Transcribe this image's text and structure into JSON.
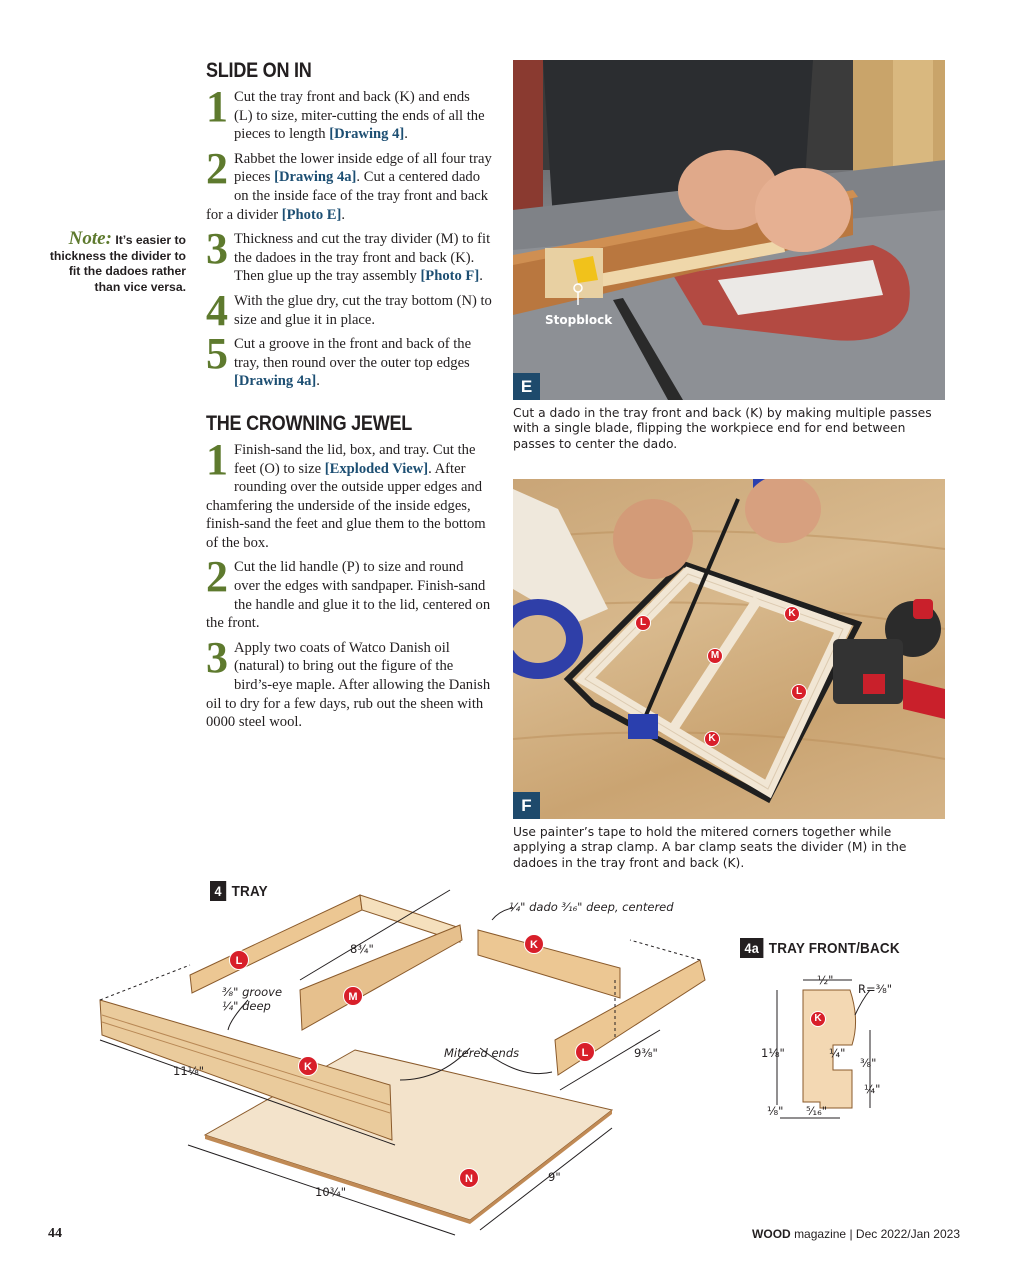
{
  "page": {
    "number": "44",
    "footer": {
      "brand": "WOOD",
      "magazine": "magazine",
      "issue": "Dec 2022/Jan 2023"
    }
  },
  "colors": {
    "dropcap_green": "#5e7a2e",
    "link_blue": "#1d4f73",
    "photo_label_blue": "#1e4a6c",
    "callout_red": "#d81f2a"
  },
  "section1": {
    "heading": "SLIDE ON IN",
    "steps": [
      {
        "num": "1",
        "text_before": "Cut the tray front and back (K) and ends (L) to size, miter-cutting the ends of all the pieces to length ",
        "link": "[Drawing 4]",
        "text_after": "."
      },
      {
        "num": "2",
        "text_before": "Rabbet the lower inside edge of all four tray pieces ",
        "link": "[Drawing 4a]",
        "text_mid": ". Cut a centered dado on the inside face of the tray front and back for a divider ",
        "link2": "[Photo E]",
        "text_after": "."
      },
      {
        "num": "3",
        "text_before": "Thickness and cut the tray divider (M) to fit the dadoes in the tray front and back (K). Then glue up the tray assembly ",
        "link": "[Photo F]",
        "text_after": "."
      },
      {
        "num": "4",
        "text_before": "With the glue dry, cut the tray bottom (N) to size and glue it in place.",
        "link": "",
        "text_after": ""
      },
      {
        "num": "5",
        "text_before": "Cut a groove in the front and back of the tray, then round over the outer top edges ",
        "link": "[Drawing 4a]",
        "text_after": "."
      }
    ]
  },
  "note": {
    "label": "Note:",
    "text": "It’s easier to thickness the divider to fit the dadoes rather than vice versa."
  },
  "section2": {
    "heading": "THE CROWNING JEWEL",
    "steps": [
      {
        "num": "1",
        "text_before": "Finish-sand the lid, box, and tray. Cut the feet (O) to size ",
        "link": "[Exploded View]",
        "text_after": ". After rounding over the outside upper edges and chamfering the underside of the inside edges, finish-sand the feet and glue them to the bottom of the box."
      },
      {
        "num": "2",
        "text_before": "Cut the lid handle (P) to size and round over the edges with sandpaper. Finish-sand the handle and glue it to the lid, centered on the front.",
        "link": "",
        "text_after": ""
      },
      {
        "num": "3",
        "text_before": "Apply two coats of Watco Danish oil (natural) to bring out the figure of the bird’s-eye maple. After allowing the Danish oil to dry for a few days, rub out the sheen with 0000 steel wool.",
        "link": "",
        "text_after": ""
      }
    ]
  },
  "photo_e": {
    "label": "E",
    "annotation": "Stopblock",
    "caption": "Cut a dado in the tray front and back (K) by making multiple passes with a single blade, flipping the workpiece end for end between passes to center the dado."
  },
  "photo_f": {
    "label": "F",
    "callouts": [
      "L",
      "K",
      "M",
      "L",
      "K"
    ],
    "caption": "Use painter’s tape to hold the mitered corners together while applying a strap clamp. A bar clamp seats the divider (M) in the dadoes in the tray front and back (K)."
  },
  "drawing4": {
    "number": "4",
    "title": "TRAY",
    "parts": {
      "L": "L",
      "K": "K",
      "M": "M",
      "N": "N"
    },
    "labels": {
      "dado": "¼\" dado ³⁄₁₆\" deep, centered",
      "groove_1": "³⁄₈\" groove",
      "groove_2": "¼\" deep",
      "mitered": "Mitered ends",
      "divider_len": "8¾\"",
      "front_len": "11⅛\"",
      "end_len": "9⅜\"",
      "bottom_len": "10¾\"",
      "bottom_wid": "9\""
    }
  },
  "drawing4a": {
    "number": "4a",
    "title": "TRAY FRONT/BACK",
    "part": "K",
    "labels": {
      "top_width": "½\"",
      "radius": "R=⅜\"",
      "height": "1⅛\"",
      "rabbet_depth": "¼\"",
      "rabbet_height": "⅜\"",
      "bottom_lip": "¼\"",
      "left_offset": "⅛\"",
      "bottom_width": "⁵⁄₁₆\""
    }
  }
}
